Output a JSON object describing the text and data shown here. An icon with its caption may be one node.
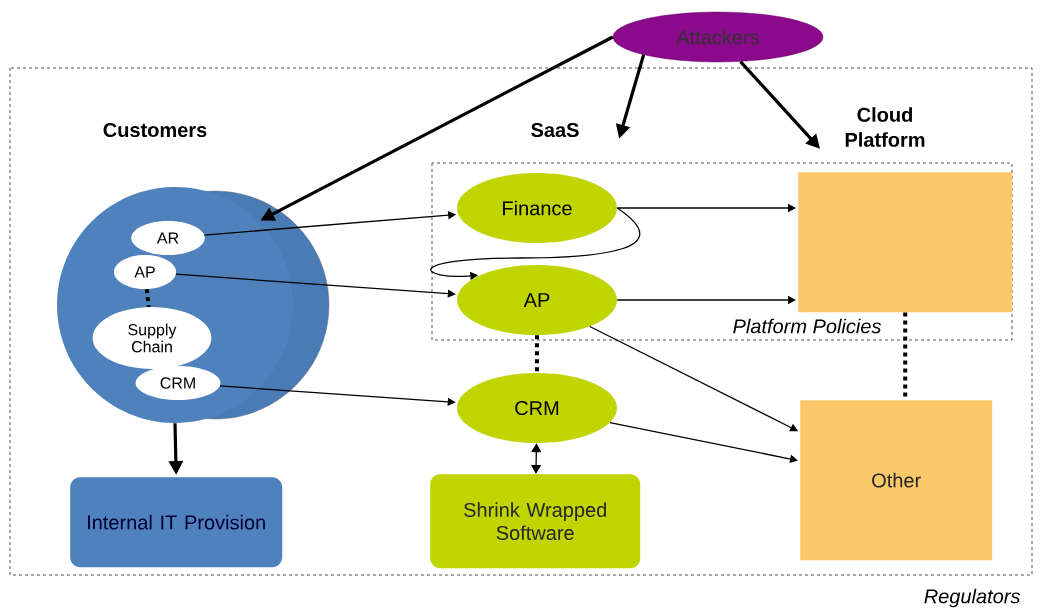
{
  "diagram": {
    "nodes": [
      {
        "text": [
          "Regulators"
        ]
      },
      {
        "text": [
          "Attackers"
        ]
      },
      {
        "text": [
          "Customers"
        ],
        "in": 0
      },
      {
        "text": [
          "AR"
        ],
        "in": 2
      },
      {
        "text": [
          "AP"
        ],
        "in": 2
      },
      {
        "text": [
          "Supply Chain"
        ],
        "in": 2
      },
      {
        "text": [
          "CRM"
        ],
        "in": 2
      },
      {
        "text": [
          "SaaS"
        ],
        "in": 0
      },
      {
        "text": [
          "Cloud Platform"
        ],
        "in": 0
      },
      {
        "text": [
          "Platform Policies"
        ],
        "in": 0
      },
      {
        "text": [
          "Finance"
        ],
        "in": 9
      },
      {
        "text": [
          "AP"
        ],
        "in": 9
      },
      {
        "text": [],
        "shape": "box",
        "in": 9
      },
      {
        "text": [
          "CRM"
        ],
        "in": 0
      },
      {
        "text": [
          "Shrink Wrapped Software"
        ],
        "in": 0
      },
      {
        "text": [
          "Other"
        ],
        "in": 0
      },
      {
        "text": [
          "Internal IT Provision"
        ],
        "in": 0
      }
    ],
    "edges": [
      {
        "from": 1,
        "to": 2,
        "arrow": "to",
        "style": "thick"
      },
      {
        "from": 1,
        "to": 7,
        "arrow": "to",
        "style": "thick"
      },
      {
        "from": 1,
        "to": 8,
        "arrow": "to",
        "style": "thick"
      },
      {
        "from": 3,
        "to": 10,
        "arrow": "to"
      },
      {
        "from": 4,
        "to": 11,
        "arrow": "to"
      },
      {
        "from": 6,
        "to": 13,
        "arrow": "to"
      },
      {
        "from": 4,
        "to": 5,
        "arrow": "none",
        "style": "dashed"
      },
      {
        "from": 10,
        "to": 11,
        "arrow": "to"
      },
      {
        "from": 10,
        "to": 12,
        "arrow": "to"
      },
      {
        "from": 11,
        "to": 12,
        "arrow": "to"
      },
      {
        "from": 11,
        "to": 15,
        "arrow": "to"
      },
      {
        "from": 13,
        "to": 15,
        "arrow": "to"
      },
      {
        "from": 11,
        "to": 13,
        "arrow": "none",
        "style": "dashed"
      },
      {
        "from": 12,
        "to": 15,
        "arrow": "none",
        "style": "dashed"
      },
      {
        "from": 13,
        "to": 14,
        "arrow": "both"
      },
      {
        "from": 2,
        "to": 16,
        "arrow": "to",
        "style": "thick"
      }
    ]
  }
}
